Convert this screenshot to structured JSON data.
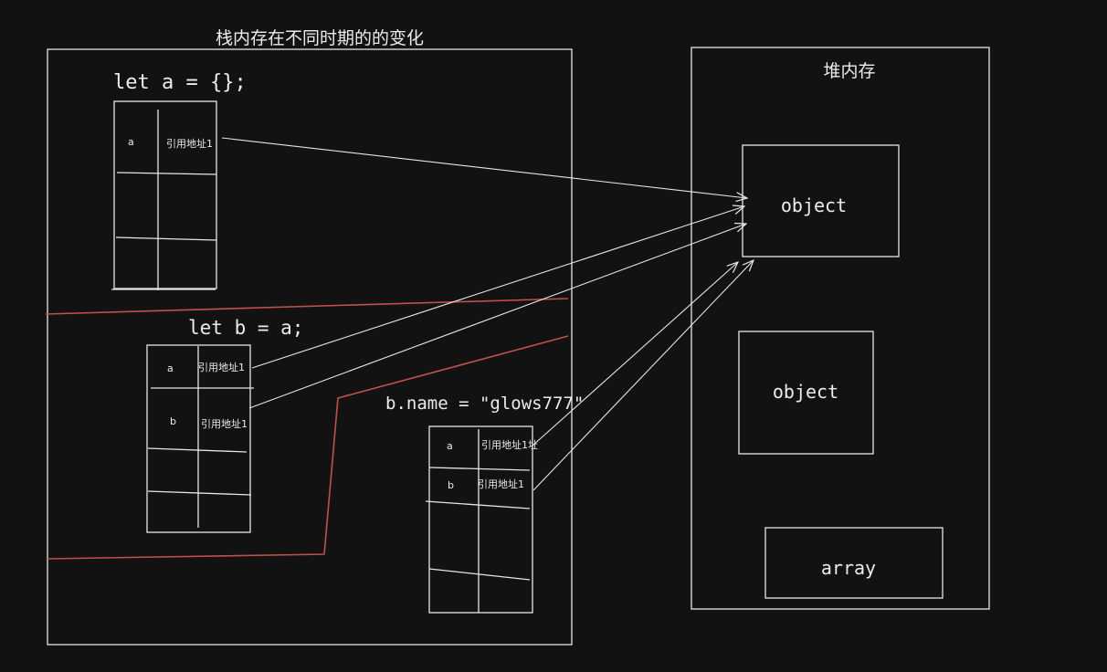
{
  "stack": {
    "title": "栈内存在不同时期的的变化",
    "stages": [
      {
        "code": "let a = {};",
        "rows": [
          {
            "name": "a",
            "value": "引用地址1"
          },
          {
            "name": "",
            "value": ""
          },
          {
            "name": "",
            "value": ""
          }
        ]
      },
      {
        "code": "let b = a;",
        "rows": [
          {
            "name": "a",
            "value": "引用地址1"
          },
          {
            "name": "b",
            "value": "引用地址1"
          },
          {
            "name": "",
            "value": ""
          },
          {
            "name": "",
            "value": ""
          }
        ]
      },
      {
        "code": "b.name = \"glows777\"",
        "rows": [
          {
            "name": "a",
            "value": "引用地址1址"
          },
          {
            "name": "b",
            "value": "引用地址1"
          },
          {
            "name": "",
            "value": ""
          },
          {
            "name": "",
            "value": ""
          }
        ]
      }
    ]
  },
  "heap": {
    "title": "堆内存",
    "items": [
      {
        "label": "object"
      },
      {
        "label": "object"
      },
      {
        "label": "array"
      }
    ]
  },
  "colors": {
    "background": "#121212",
    "stroke": "#e6e6e6",
    "divider": "#c0504d"
  }
}
